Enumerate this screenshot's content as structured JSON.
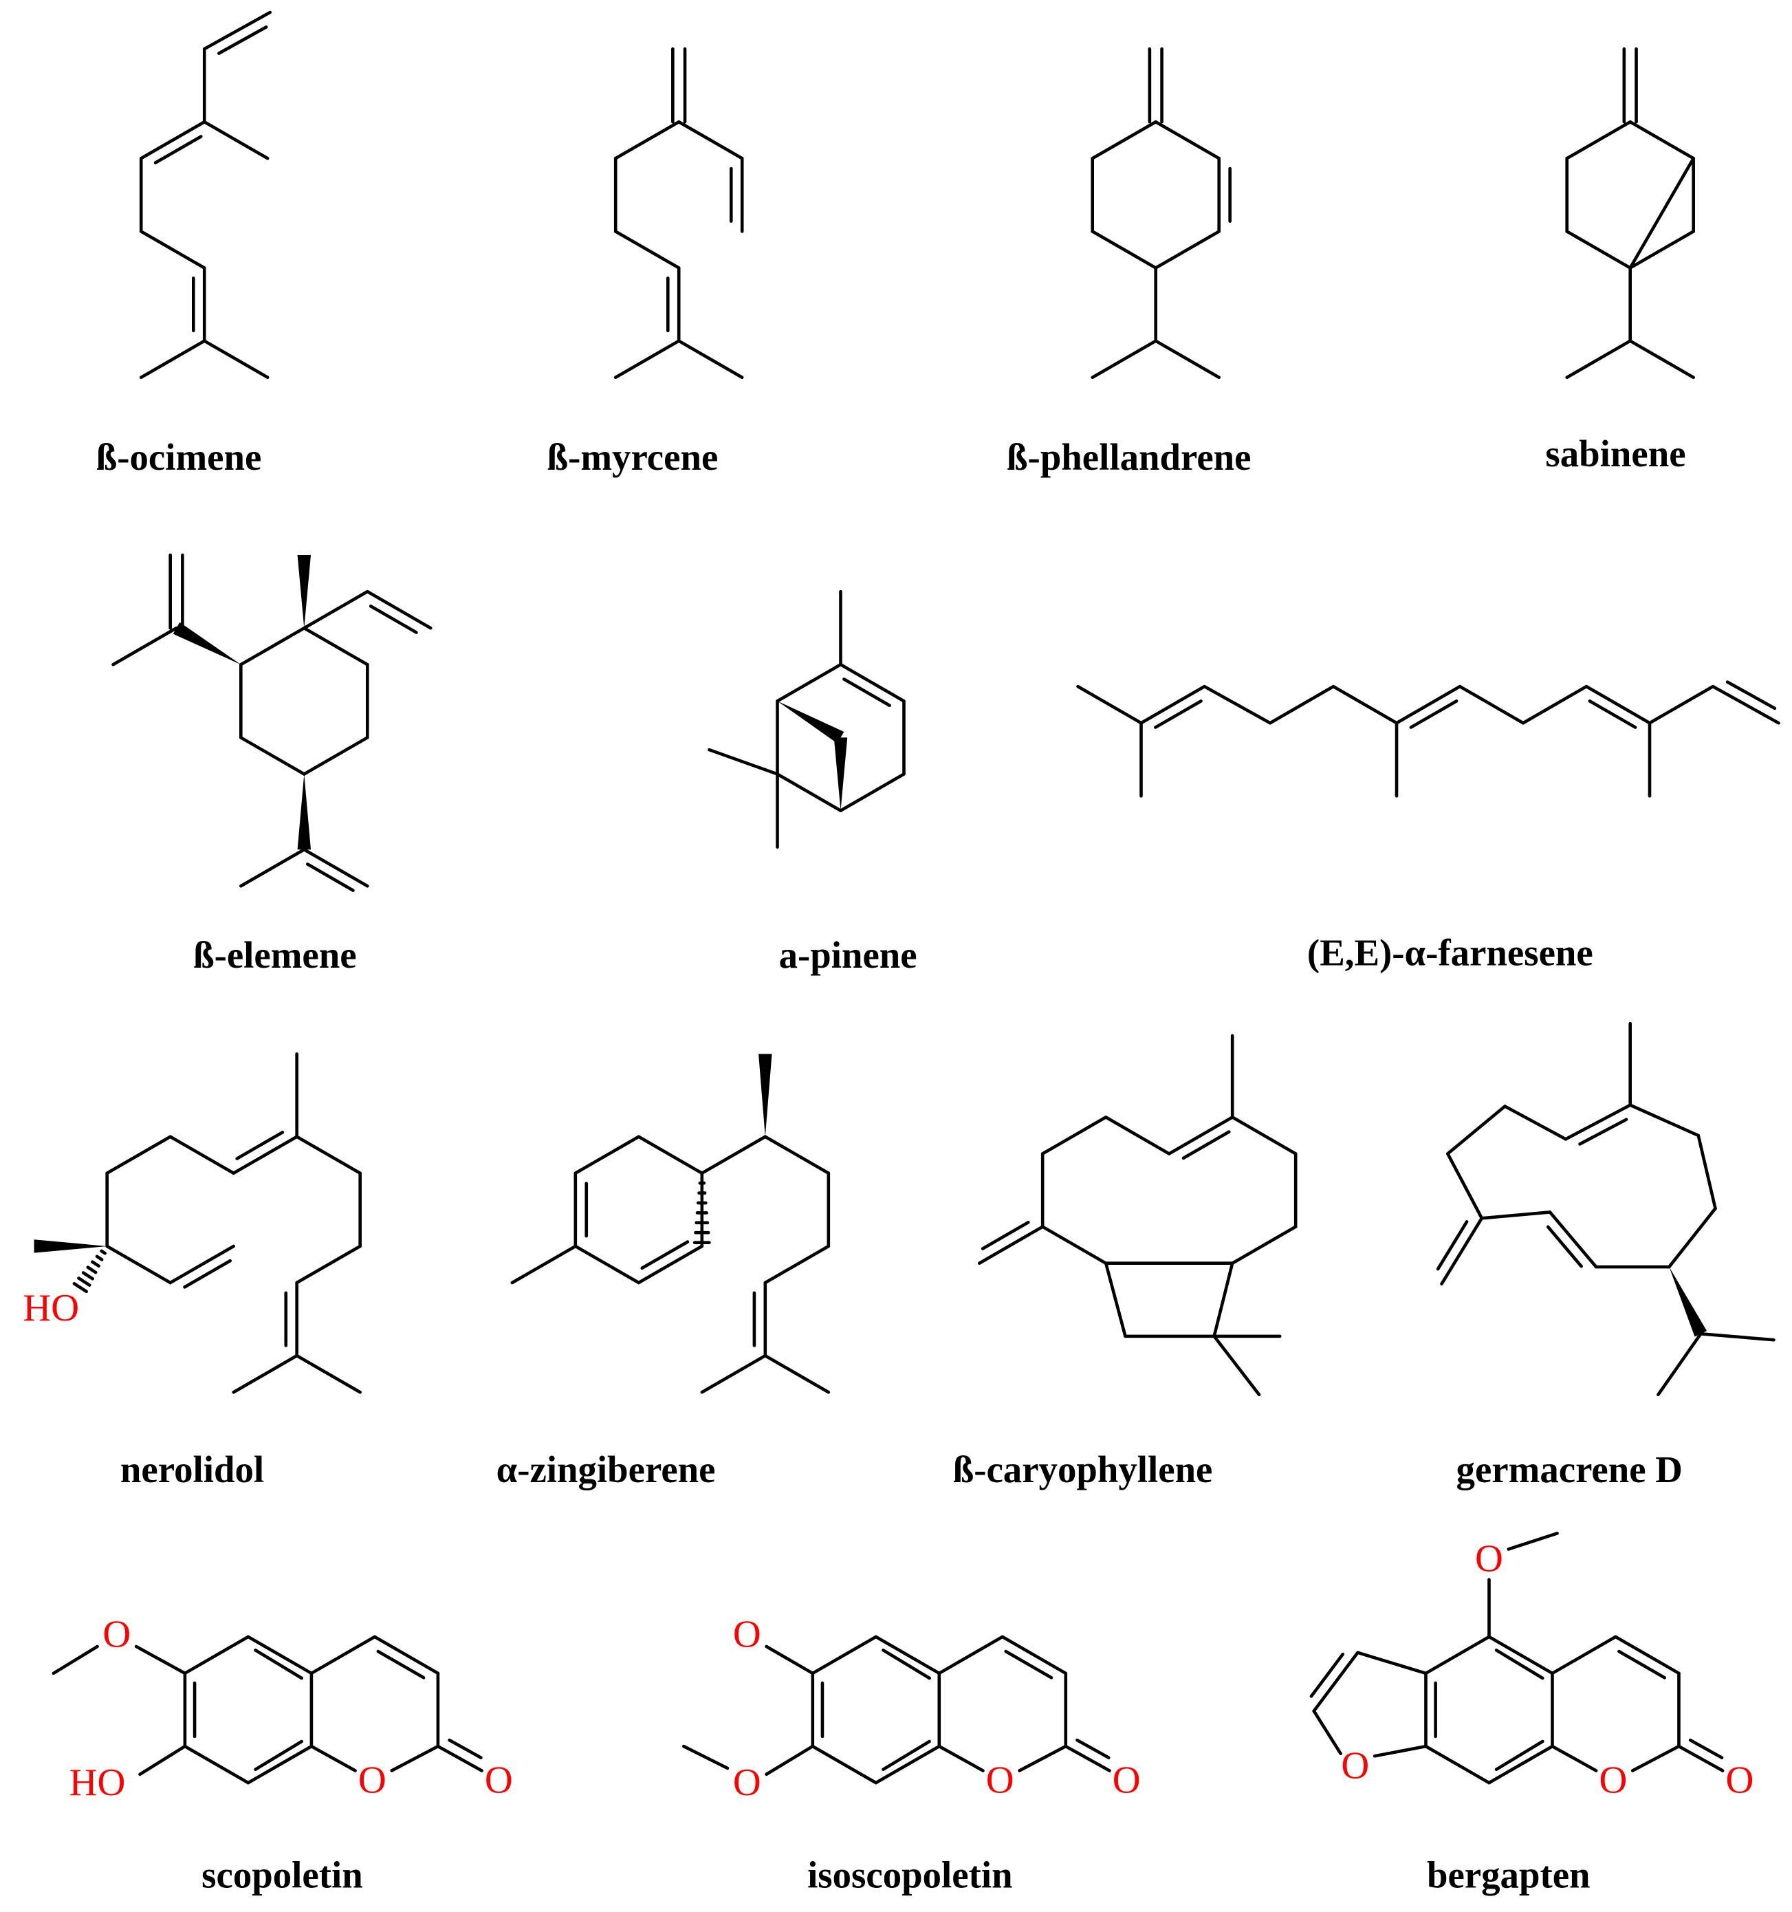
{
  "compounds": [
    {
      "name": "ß-ocimene"
    },
    {
      "name": "ß-myrcene"
    },
    {
      "name": "ß-phellandrene"
    },
    {
      "name": "sabinene"
    },
    {
      "name": "ß-elemene"
    },
    {
      "name": "a-pinene"
    },
    {
      "name": "(E,E)-α-farnesene"
    },
    {
      "name": "nerolidol"
    },
    {
      "name": "α-zingiberene"
    },
    {
      "name": "ß-caryophyllene"
    },
    {
      "name": "germacrene D"
    },
    {
      "name": "scopoletin"
    },
    {
      "name": "isoscopoletin"
    },
    {
      "name": "bergapten"
    }
  ],
  "atom_labels": {
    "oxygen": "O",
    "hydroxyl": "HO"
  },
  "colors": {
    "bond": "#000000",
    "heteroatom": "#ff0000",
    "label": "#000000"
  }
}
